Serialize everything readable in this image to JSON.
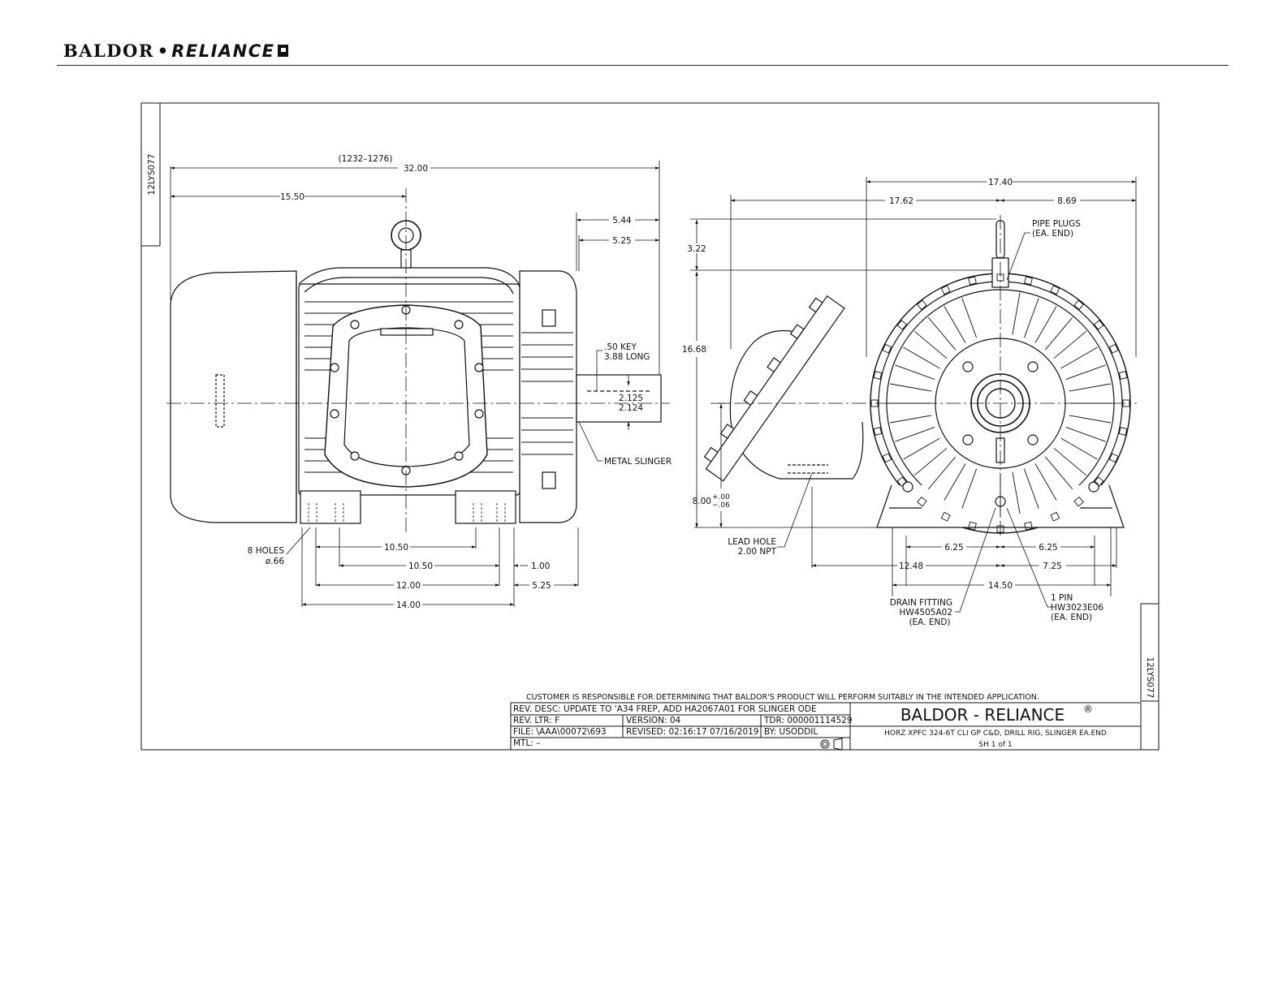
{
  "header": {
    "logo_left": "BALDOR",
    "logo_dot": "•",
    "logo_right": "RELIANCE"
  },
  "drawing": {
    "drawing_id": "12LYS077",
    "side_view": {
      "dim_overall_range": "(1232–1276)",
      "dim_overall": "32.00",
      "dim_to_center": "15.50",
      "dim_shaft_1": "5.44",
      "dim_shaft_2": "5.25",
      "key_note_1": ".50 KEY",
      "key_note_2": "3.88 LONG",
      "shaft_dia_1": "2.125",
      "shaft_dia_2": "2.124",
      "slinger_note": "METAL SLINGER",
      "holes_note_1": "8 HOLES",
      "holes_note_2": "ø.66",
      "dim_a": "10.50",
      "dim_b": "10.50",
      "dim_c": "1.00",
      "dim_d": "12.00",
      "dim_e": "5.25",
      "dim_f": "14.00"
    },
    "end_view": {
      "dim_width": "17.40",
      "dim_left": "17.62",
      "dim_right": "8.69",
      "dim_top": "3.22",
      "dim_height": "16.68",
      "dim_shaft_height": "8.00",
      "tol_plus": "+.00",
      "tol_minus": "−.06",
      "pipe_plugs_1": "PIPE PLUGS",
      "pipe_plugs_2": "(EA. END)",
      "lead_hole_1": "LEAD HOLE",
      "lead_hole_2": "2.00 NPT",
      "dim_625_l": "6.25",
      "dim_625_r": "6.25",
      "dim_1248": "12.48",
      "dim_725": "7.25",
      "dim_1450": "14.50",
      "drain_1": "DRAIN FITTING",
      "drain_2": "HW4505A02",
      "drain_3": "(EA. END)",
      "pin_1": "1 PIN",
      "pin_2": "HW3023E06",
      "pin_3": "(EA. END)"
    },
    "disclaimer": "CUSTOMER IS RESPONSIBLE FOR DETERMINING THAT BALDOR'S PRODUCT WILL PERFORM SUITABLY IN THE INTENDED APPLICATION.",
    "title_block": {
      "rev_desc": "REV. DESC:  UPDATE TO 'A34 FREP, ADD HA2067A01 FOR SLINGER ODE",
      "rev_ltr": "REV. LTR:  F",
      "version": "VERSION: 04",
      "tdr": "TDR: 000001114529",
      "file": "FILE: \\AAA\\00072\\693",
      "revised": "REVISED: 02:16:17 07/16/2019",
      "by": "BY:  USODDIL",
      "mtl": "MTL: –",
      "company": "BALDOR - RELIANCE",
      "reg": "®",
      "description": "HORZ XPFC 324-6T CLI GP C&D, DRILL RIG, SLINGER EA.END",
      "sheet": "SH 1 of 1"
    }
  }
}
